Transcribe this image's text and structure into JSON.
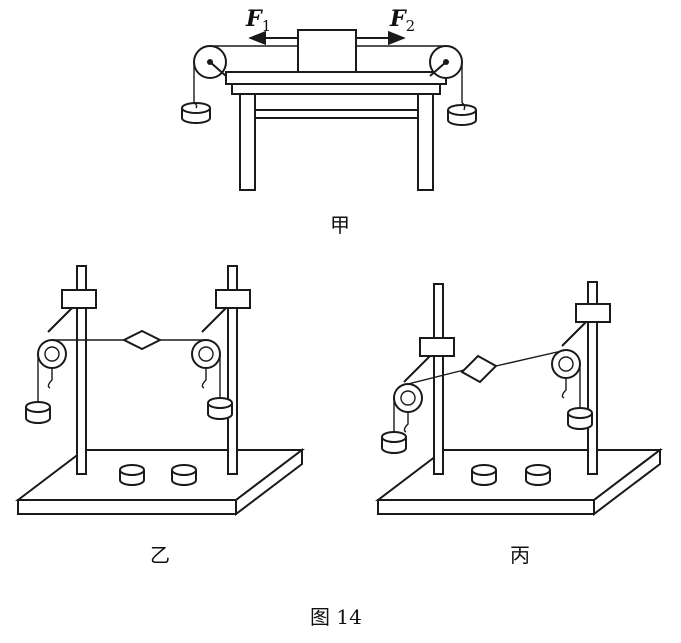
{
  "figure": {
    "caption": "图 14",
    "labels": {
      "jia": "甲",
      "yi": "乙",
      "bing": "丙"
    },
    "forces": {
      "f1": {
        "symbol": "F",
        "subscript": "1"
      },
      "f2": {
        "symbol": "F",
        "subscript": "2"
      }
    }
  }
}
